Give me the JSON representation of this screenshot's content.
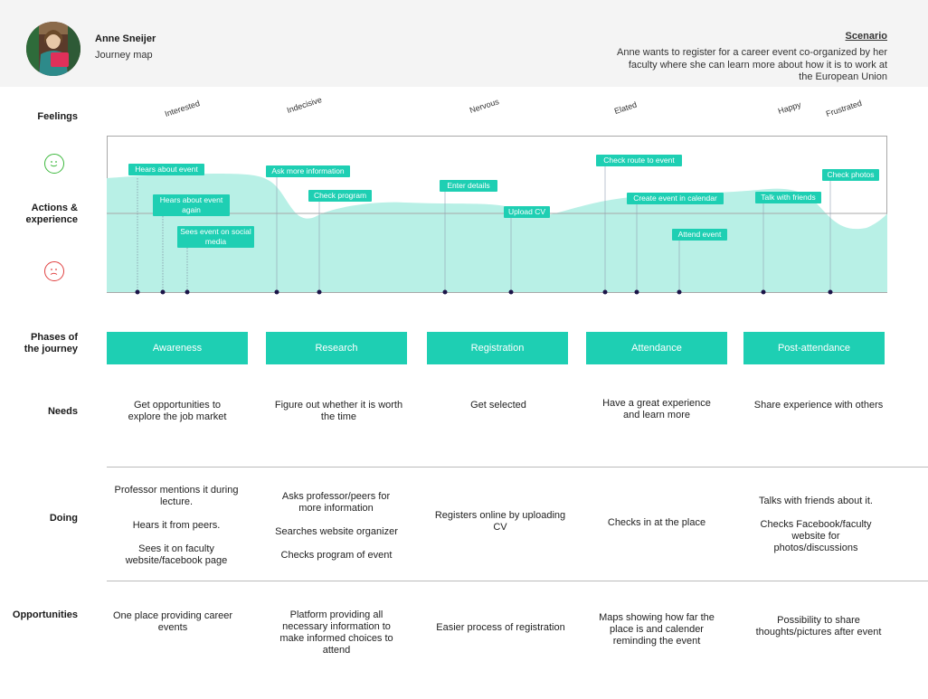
{
  "persona": {
    "name": "Anne Sneijer",
    "subtitle": "Journey map"
  },
  "scenario": {
    "title": "Scenario",
    "text": "Anne wants to register for a career event co-organized by her faculty where she can learn more about how it is to work at the European Union"
  },
  "row_labels": {
    "feelings": "Feelings",
    "actions": "Actions & experience",
    "phases": "Phases of the journey",
    "needs": "Needs",
    "doing": "Doing",
    "opportunities": "Opportunities"
  },
  "feelings": [
    "Interested",
    "Indecisive",
    "Nervous",
    "Elated",
    "Happy",
    "Frustrated"
  ],
  "actions": [
    {
      "label": "Hears about event",
      "level": 0.79
    },
    {
      "label": "Hears about event again",
      "level": 0.55
    },
    {
      "label": "Sees event on social media",
      "level": 0.35
    },
    {
      "label": "Ask more information",
      "level": 0.78
    },
    {
      "label": "Check program",
      "level": 0.62
    },
    {
      "label": "Enter details",
      "level": 0.71
    },
    {
      "label": "Upload CV",
      "level": 0.52
    },
    {
      "label": "Check route to event",
      "level": 0.89
    },
    {
      "label": "Create event in calendar",
      "level": 0.63
    },
    {
      "label": "Attend event",
      "level": 0.38
    },
    {
      "label": "Talk with friends",
      "level": 0.64
    },
    {
      "label": "Check photos",
      "level": 0.79
    }
  ],
  "phases": [
    "Awareness",
    "Research",
    "Registration",
    "Attendance",
    "Post-attendance"
  ],
  "needs": [
    "Get opportunities to explore the job market",
    "Figure out whether it is worth the time",
    "Get selected",
    "Have a great experience and learn more",
    "Share experience with others"
  ],
  "doing": [
    [
      "Professor mentions it during lecture.",
      "Hears it from peers.",
      "Sees it on faculty website/facebook page"
    ],
    [
      "Asks professor/peers for more information",
      "Searches website organizer",
      "Checks program of event"
    ],
    [
      "Registers online by uploading CV"
    ],
    [
      "Checks in at the place"
    ],
    [
      "Talks with friends about it.",
      "Checks Facebook/faculty website for photos/discussions"
    ]
  ],
  "opportunities": [
    "One place providing career events",
    "Platform providing all necessary information to make informed choices to attend",
    "Easier process of registration",
    "Maps showing how far the place is and calender reminding the event",
    "Possibility to share thoughts/pictures after event"
  ],
  "colors": {
    "accent": "#1ecfb3",
    "curve_fill": "#b8f0e6",
    "happy_face": "#3cb83c",
    "sad_face": "#e04040",
    "pin": "#1c1448"
  }
}
